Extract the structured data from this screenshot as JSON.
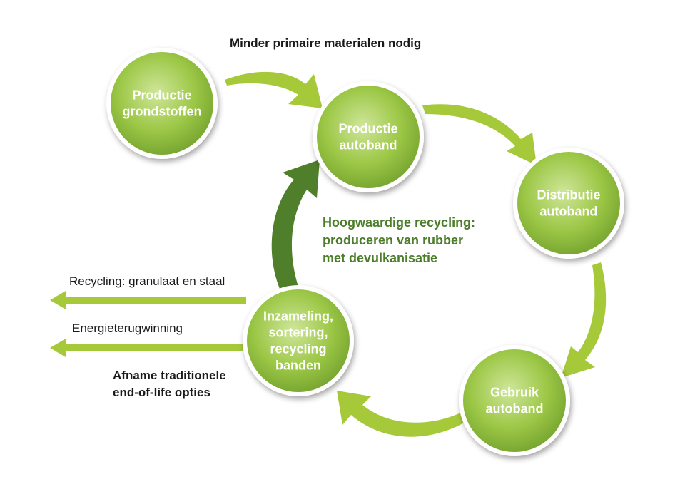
{
  "colors": {
    "circle_light": "#cfe69a",
    "circle_mid": "#9cc746",
    "circle_dark": "#6f9e2b",
    "arrow_light": "#a6c93a",
    "arrow_dark": "#4f7f2a",
    "green_text": "#4b7d2a",
    "outline": "#ffffff"
  },
  "nodes": [
    {
      "id": "productie-grondstoffen",
      "lines": [
        "Productie",
        "grondstoffen"
      ]
    },
    {
      "id": "productie-autoband",
      "lines": [
        "Productie",
        "autoband"
      ]
    },
    {
      "id": "distributie-autoband",
      "lines": [
        "Distributie",
        "autoband"
      ]
    },
    {
      "id": "gebruik-autoband",
      "lines": [
        "Gebruik",
        "autoband"
      ]
    },
    {
      "id": "inzameling",
      "lines": [
        "Inzameling,",
        "sortering,",
        "recycling",
        "banden"
      ]
    }
  ],
  "labels": {
    "top": "Minder primaire materialen nodig",
    "recycling_title": [
      "Hoogwaardige recycling:",
      "produceren van rubber",
      "met devulkanisatie"
    ],
    "left_arrow_1": "Recycling: granulaat en staal",
    "left_arrow_2": "Energieterugwinning",
    "bottom_left": [
      "Afname traditionele",
      "end-of-life opties"
    ]
  }
}
